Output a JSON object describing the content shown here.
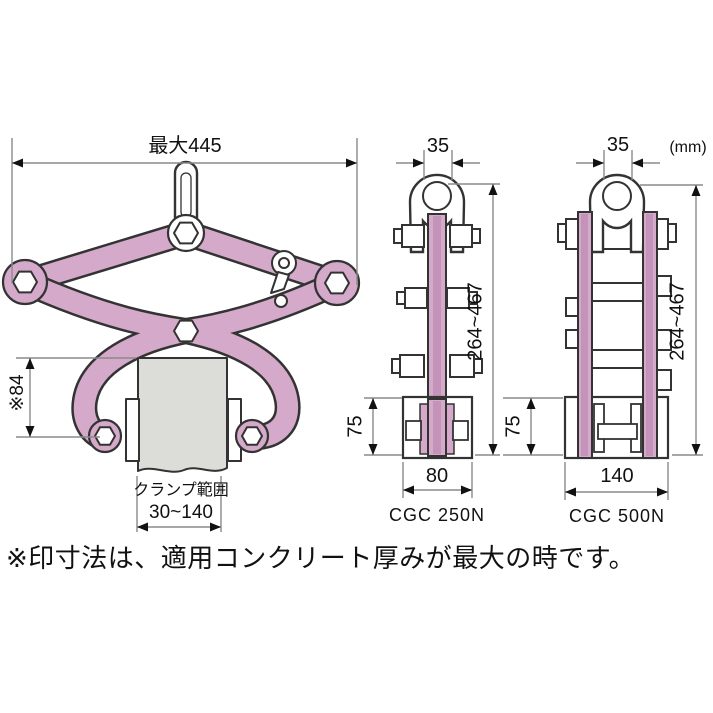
{
  "unit_note": "(mm)",
  "footnote": "※印寸法は、適用コンクリート厚みが最大の時です。",
  "front_view": {
    "max_width": "最大445",
    "grip_depth": "※84",
    "clamp_range_line1": "クランプ範囲",
    "clamp_range_line2": "30~140"
  },
  "model_250": {
    "name": "CGC 250N",
    "shackle_width": "35",
    "height_range": "264~467",
    "base_height": "75",
    "base_width": "80"
  },
  "model_500": {
    "name": "CGC 500N",
    "shackle_width": "35",
    "height_range": "264~467",
    "base_height": "75",
    "base_width": "140"
  },
  "colors": {
    "body_pink": "#d4a9c9",
    "body_shade": "#c493ba",
    "concrete_gray": "#dcdcd8",
    "outline": "#333333",
    "dim_line": "#8a8a8a"
  }
}
